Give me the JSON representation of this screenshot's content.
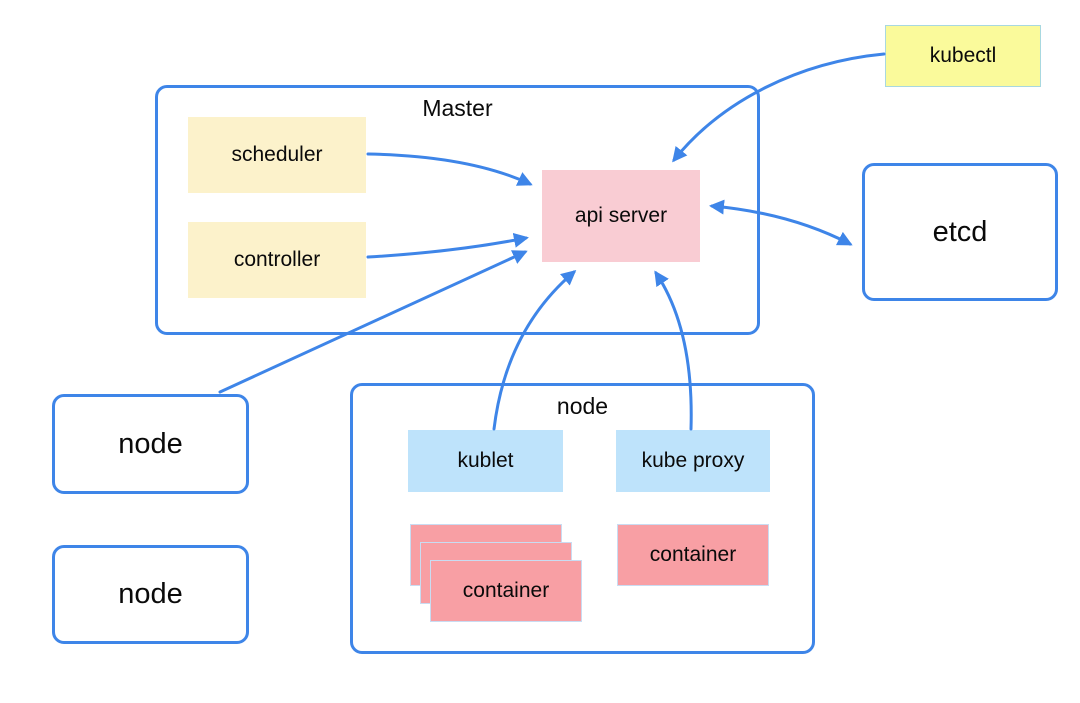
{
  "colors": {
    "box_border_blue": "#3e85e8",
    "arrow_blue": "#3e85e8",
    "cream_yellow": "#fcf2cb",
    "bright_yellow": "#fafa9b",
    "kubectl_border": "#a8d8e0",
    "pink": "#f9ccd3",
    "light_blue": "#bee3fb",
    "salmon": "#f89fa4",
    "salmon_border": "#c9dcf2",
    "text_black": "#0a0a0a",
    "canvas_white": "#ffffff"
  },
  "diagram": {
    "master": {
      "title": "Master",
      "scheduler_label": "scheduler",
      "controller_label": "controller",
      "api_server_label": "api server"
    },
    "kubectl_label": "kubectl",
    "etcd_label": "etcd",
    "left_nodes": [
      {
        "label": "node"
      },
      {
        "label": "node"
      }
    ],
    "worker_node": {
      "title": "node",
      "kublet_label": "kublet",
      "kube_proxy_label": "kube proxy",
      "container_stack_label": "container",
      "container_label": "container"
    },
    "edges": [
      {
        "from": "scheduler",
        "to": "api server",
        "bidirectional": false
      },
      {
        "from": "controller",
        "to": "api server",
        "bidirectional": false
      },
      {
        "from": "node (upper left)",
        "to": "api server",
        "bidirectional": false
      },
      {
        "from": "kublet",
        "to": "api server",
        "bidirectional": false
      },
      {
        "from": "kube proxy",
        "to": "api server",
        "bidirectional": false
      },
      {
        "from": "kubectl",
        "to": "api server",
        "bidirectional": false
      },
      {
        "from": "api server",
        "to": "etcd",
        "bidirectional": true
      }
    ]
  }
}
